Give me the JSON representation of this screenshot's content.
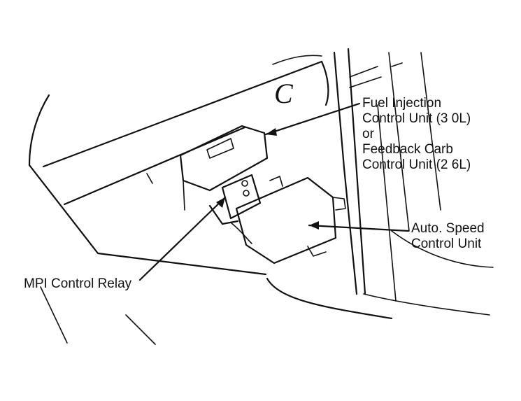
{
  "labels": {
    "fuel_unit": [
      "Fuel Injection",
      "Control Unit (3 0L)",
      "or",
      "Feedback Carb",
      "Control Unit (2 6L)"
    ],
    "speed_unit": [
      "Auto. Speed",
      "Control Unit"
    ],
    "relay": [
      "MPI Control Relay"
    ],
    "panel_letter": "C"
  }
}
